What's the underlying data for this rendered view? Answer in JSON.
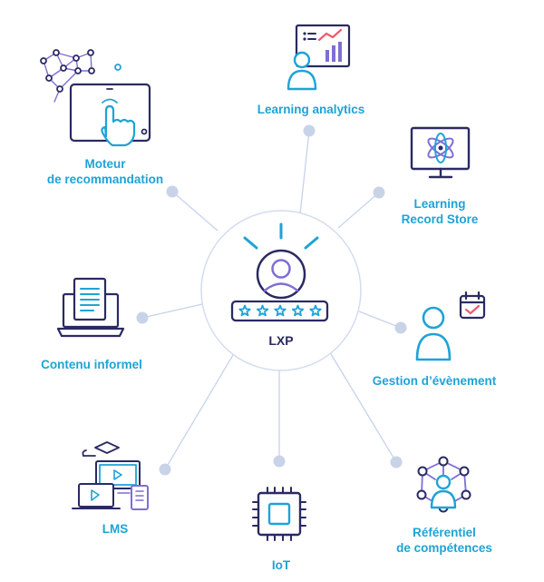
{
  "center": {
    "label": "LXP"
  },
  "nodes": [
    {
      "id": "analytics",
      "label_lines": [
        "Learning analytics"
      ],
      "icon": "analytics-dashboard-icon"
    },
    {
      "id": "lrs",
      "label_lines": [
        "Learning",
        "Record Store"
      ],
      "icon": "monitor-atom-icon"
    },
    {
      "id": "events",
      "label_lines": [
        "Gestion d’évènement"
      ],
      "icon": "person-calendar-icon"
    },
    {
      "id": "skills",
      "label_lines": [
        "Référentiel",
        "de compétences"
      ],
      "icon": "person-network-icon"
    },
    {
      "id": "iot",
      "label_lines": [
        "IoT"
      ],
      "icon": "chip-icon"
    },
    {
      "id": "lms",
      "label_lines": [
        "LMS"
      ],
      "icon": "lms-devices-icon"
    },
    {
      "id": "informal",
      "label_lines": [
        "Contenu informel"
      ],
      "icon": "laptop-document-icon"
    },
    {
      "id": "reco",
      "label_lines": [
        "Moteur",
        "de recommandation"
      ],
      "icon": "touch-tablet-network-icon"
    }
  ],
  "colors": {
    "navy": "#2a2a63",
    "blue": "#1ea3d6",
    "violet": "#7d6fd6",
    "pink": "#ef5b6e",
    "connector": "#c7d3ea",
    "dot": "#c9d3e8"
  }
}
